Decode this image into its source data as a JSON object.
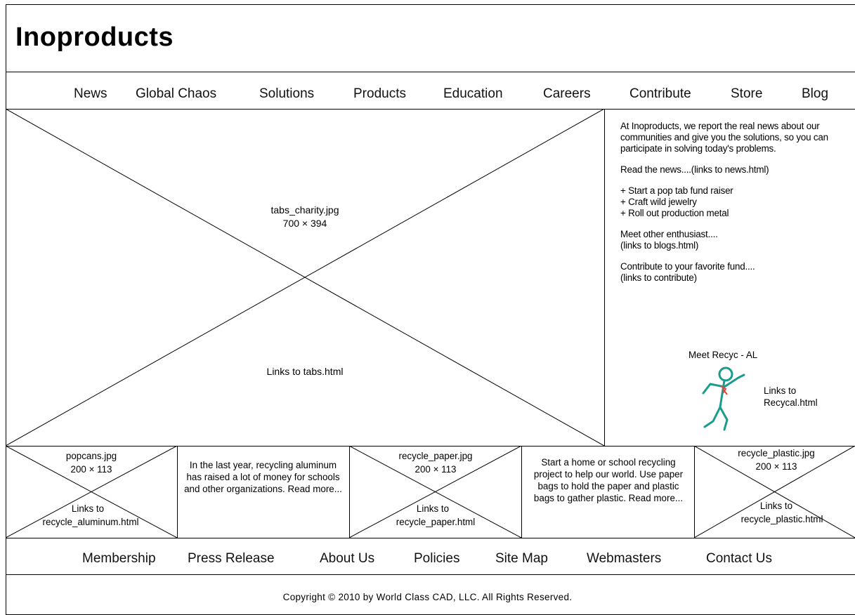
{
  "header": {
    "logo": "Inoproducts"
  },
  "nav": {
    "items": [
      "News",
      "Global Chaos",
      "Solutions",
      "Products",
      "Education",
      "Careers",
      "Contribute",
      "Store",
      "Blog"
    ]
  },
  "hero": {
    "filename": "tabs_charity.jpg",
    "size": "700 × 394",
    "link": "Links to tabs.html"
  },
  "sidebar": {
    "intro": "At Inoproducts, we report the real news about our communities and give you the solutions, so you can participate in solving today's problems.",
    "news": "Read the news....(links to news.html)",
    "bullets": [
      "+ Start a pop tab fund raiser",
      "+ Craft wild jewelry",
      "+ Roll out production metal"
    ],
    "meet_line1": "Meet other enthusiast....",
    "meet_line2": "(links to blogs.html)",
    "contrib_line1": "Contribute to your favorite fund....",
    "contrib_line2": "(links to contribute)",
    "mascot_title": "Meet Recyc - AL",
    "mascot_link1": "Links to",
    "mascot_link2": "Recycal.html"
  },
  "tiles": {
    "t1": {
      "filename": "popcans.jpg",
      "size": "200 × 113",
      "link1": "Links to",
      "link2": "recycle_aluminum.html"
    },
    "b1": {
      "text": "In the last year, recycling aluminum has raised a lot of money for schools and other organizations. Read more..."
    },
    "t2": {
      "filename": "recycle_paper.jpg",
      "size": "200 × 113",
      "link1": "Links to",
      "link2": "recycle_paper.html"
    },
    "b2": {
      "text": "Start a home or school recycling project to help our world.  Use paper bags to hold the paper and plastic bags to gather plastic. Read more..."
    },
    "t3": {
      "filename": "recycle_plastic.jpg",
      "size": "200 × 113",
      "link1": "Links to",
      "link2": "recycle_plastic.html"
    }
  },
  "footer": {
    "links": [
      "Membership",
      "Press Release",
      "About Us",
      "Policies",
      "Site Map",
      "Webmasters",
      "Contact Us"
    ],
    "copyright": "Copyright © 2010 by World Class CAD, LLC. All Rights Reserved."
  },
  "colors": {
    "border": "#000000",
    "mascot": "#1a9c8c",
    "mascot_accent": "#e8413c"
  }
}
